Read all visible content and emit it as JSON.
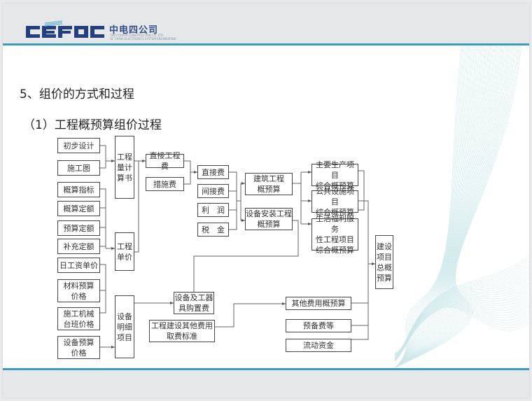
{
  "header": {
    "logo_text": "CEFOC",
    "company_cn": "中电四公司",
    "company_en_line1": "THE FOURTH CONSTRUCTION CO.,LTD.",
    "company_en_line2": "OF CHINA ELECTRONICS SYSTEM ENGINEERING",
    "accent_color": "#3a9dbb",
    "logo_color": "#233f80"
  },
  "content": {
    "heading": "5、组价的方式和过程",
    "subheading": "（1）工程概预算组价过程"
  },
  "diagram": {
    "nodes": {
      "n1": "初步设计",
      "n2": "施工图",
      "n3": "概算指标",
      "n4": "概算定额",
      "n5": "预算定额",
      "n6": "补充定额",
      "n7": "日工资单价",
      "n8": "材料预算\n价格",
      "n9": "施工机械\n台班价格",
      "n10": "设备预算\n价格",
      "q1": "工程\n量计\n算书",
      "q2": "工程\n单价",
      "q3": "设备\n明细\n项目",
      "d1": "直接工程费",
      "d2": "措施费",
      "f1": "直接费",
      "f2": "间接费",
      "f3": "利　润",
      "f4": "税　金",
      "e1": "设备及工器\n具购置费",
      "e2": "工程建设其他费用\n取费标准",
      "b1": "建筑工程\n概预算",
      "b2": "设备安装工程\n概预算",
      "s1": "主要生产项目\n综合概预算",
      "s2": "公共设施项目\n综合概预算",
      "s3": "生活福利服务\n性工程项目\n综合概预算",
      "o1": "其他费用概预算",
      "o2": "预备费等",
      "o3": "流动资金",
      "t1": "建设\n项目\n总概\n预算"
    }
  }
}
